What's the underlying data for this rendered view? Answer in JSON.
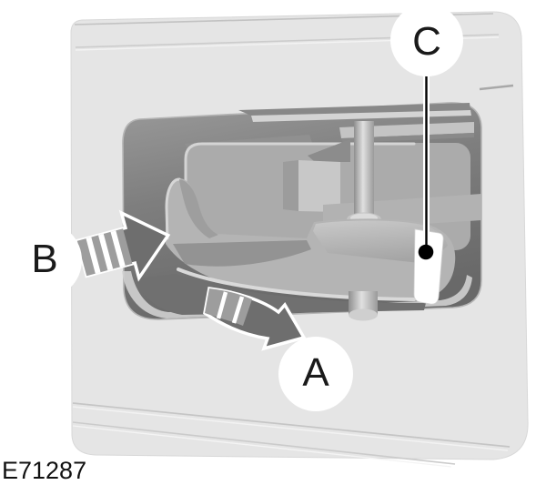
{
  "figure": {
    "code": "E71287"
  },
  "callouts": [
    {
      "label": "A"
    },
    {
      "label": "B"
    },
    {
      "label": "C"
    }
  ],
  "colors": {
    "background": "#ffffff",
    "panel": "#e5e5e5",
    "recess": "#7a7a7a",
    "mechanism": "#b4b4b4",
    "highlight_part": "#ffffff",
    "arrow": "#6e6e6e",
    "arrow_stripe": "#9d9d9d",
    "callout_circle": "#ffffff",
    "callout_text": "#1a1a1a",
    "leader": "#000000"
  }
}
